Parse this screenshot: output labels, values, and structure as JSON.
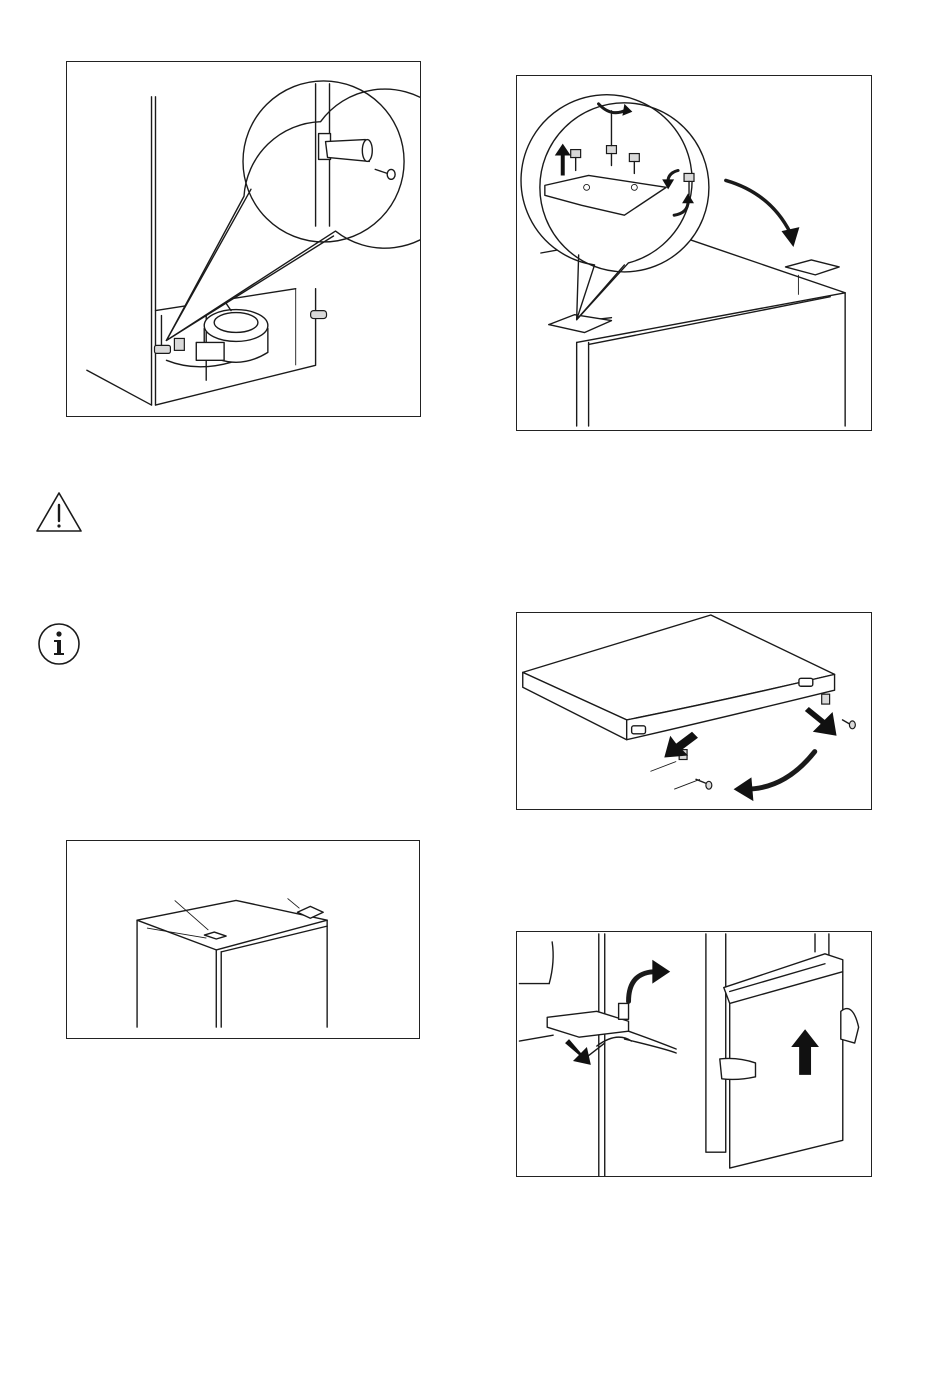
{
  "page": {
    "background": "#ffffff",
    "line_color": "#1a1a1a"
  },
  "notices": [
    {
      "id": "warning",
      "icon": "warning-triangle-icon",
      "text": ""
    },
    {
      "id": "information",
      "icon": "info-circle-icon",
      "text": ""
    }
  ],
  "figures": [
    {
      "id": "fig-hinge-pin-removal",
      "caption": ""
    },
    {
      "id": "fig-top-hinge-relocation",
      "caption": ""
    },
    {
      "id": "fig-appliance-top-covers",
      "caption": ""
    },
    {
      "id": "fig-door-pin-swap",
      "caption": ""
    },
    {
      "id": "fig-door-lifting",
      "caption": ""
    }
  ]
}
